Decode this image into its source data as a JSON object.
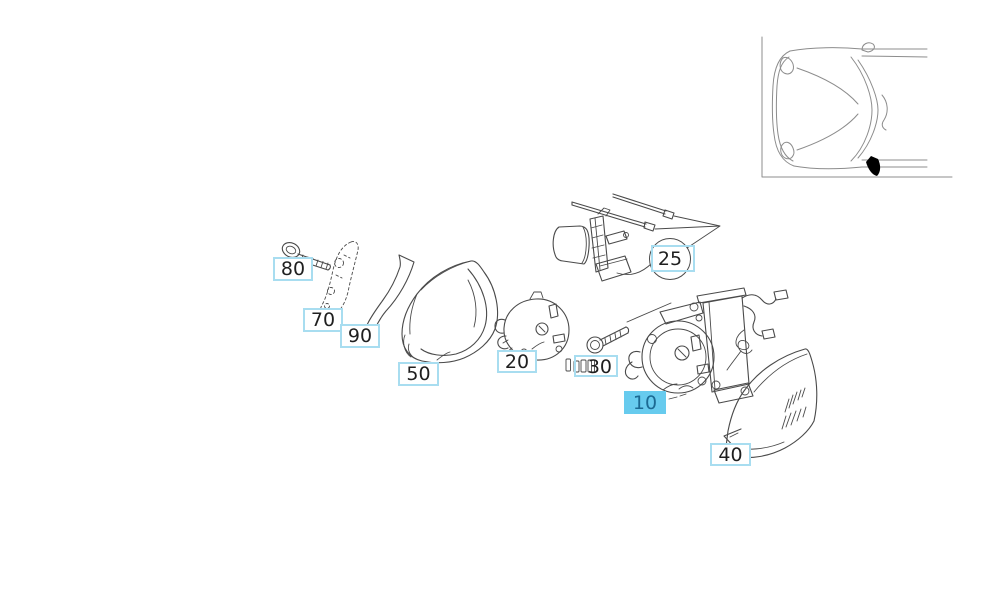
{
  "page": {
    "background": "#ffffff"
  },
  "diagram": {
    "type": "exploded-parts-diagram",
    "subject": "exterior-mirror-assembly",
    "highlighted_part": "10",
    "labels": {
      "p10": "10",
      "p20": "20",
      "p25": "25",
      "p30": "30",
      "p40": "40",
      "p50": "50",
      "p70": "70",
      "p80": "80",
      "p90": "90"
    },
    "colors": {
      "label_border": "#a8ddf0",
      "label_text": "#1f1f1f",
      "highlight_bg": "#67cbee",
      "highlight_text": "#1c6a93",
      "line_color": "#4a4a4a",
      "inset_line_color": "#8c8c8c",
      "page_bg": "#ffffff"
    }
  }
}
